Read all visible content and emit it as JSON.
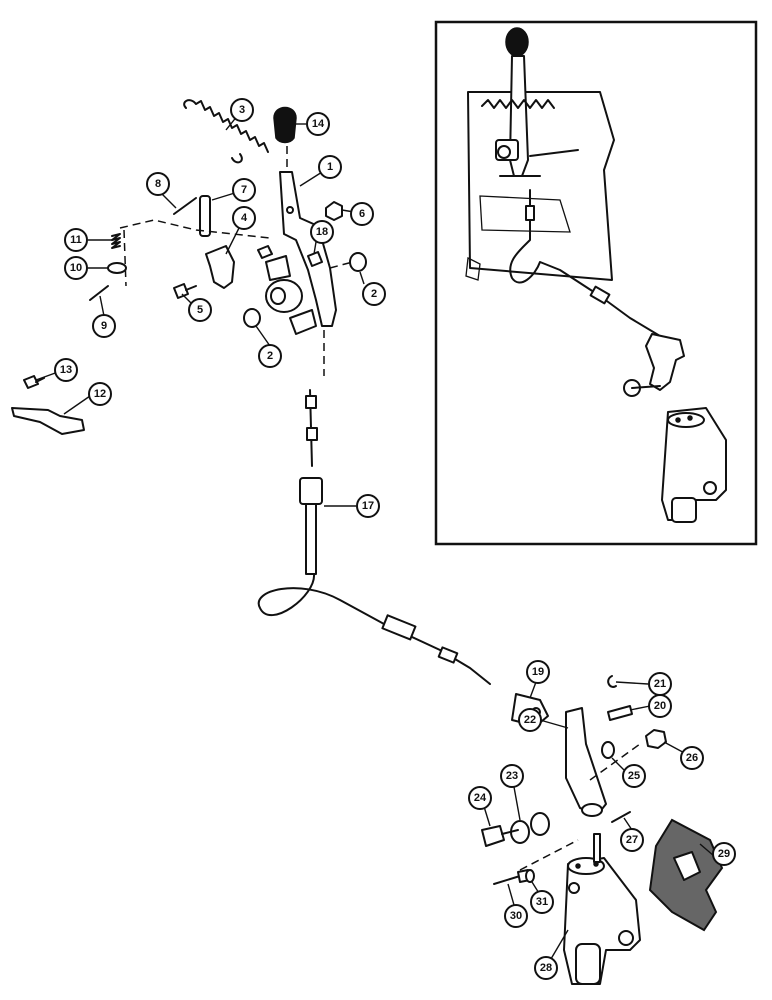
{
  "callouts": [
    {
      "id": "1"
    },
    {
      "id": "2a"
    },
    {
      "id": "2b"
    },
    {
      "id": "3"
    },
    {
      "id": "4"
    },
    {
      "id": "5"
    },
    {
      "id": "6"
    },
    {
      "id": "7"
    },
    {
      "id": "8"
    },
    {
      "id": "9"
    },
    {
      "id": "10"
    },
    {
      "id": "11"
    },
    {
      "id": "12"
    },
    {
      "id": "13"
    },
    {
      "id": "14"
    },
    {
      "id": "17"
    },
    {
      "id": "18"
    },
    {
      "id": "19"
    },
    {
      "id": "20"
    },
    {
      "id": "21"
    },
    {
      "id": "22"
    },
    {
      "id": "23"
    },
    {
      "id": "24"
    },
    {
      "id": "25"
    },
    {
      "id": "26"
    },
    {
      "id": "27"
    },
    {
      "id": "28"
    },
    {
      "id": "29"
    },
    {
      "id": "30"
    },
    {
      "id": "31"
    }
  ],
  "labels": {
    "1": "1",
    "2a": "2",
    "2b": "2",
    "3": "3",
    "4": "4",
    "5": "5",
    "6": "6",
    "7": "7",
    "8": "8",
    "9": "9",
    "10": "10",
    "11": "11",
    "12": "12",
    "13": "13",
    "14": "14",
    "17": "17",
    "18": "18",
    "19": "19",
    "20": "20",
    "21": "21",
    "22": "22",
    "23": "23",
    "24": "24",
    "25": "25",
    "26": "26",
    "27": "27",
    "28": "28",
    "29": "29",
    "30": "30",
    "31": "31"
  }
}
